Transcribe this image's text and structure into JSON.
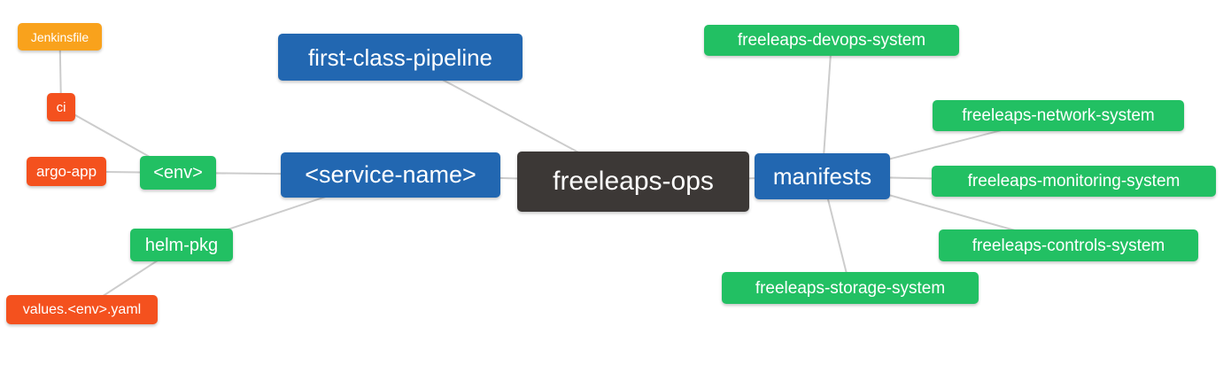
{
  "diagram": {
    "type": "mindmap"
  },
  "palette": {
    "blue": "#2267b1",
    "green": "#22c063",
    "orange": "#f9a21c",
    "red": "#f4511e",
    "dark": "#3c3836",
    "edge": "#cccccc",
    "text": "#ffffff",
    "background": "#ffffff"
  },
  "nodes": {
    "jenkinsfile": {
      "label": "Jenkinsfile",
      "color": "orange"
    },
    "ci": {
      "label": "ci",
      "color": "red"
    },
    "argo_app": {
      "label": "argo-app",
      "color": "red"
    },
    "env": {
      "label": "<env>",
      "color": "green"
    },
    "helm_pkg": {
      "label": "helm-pkg",
      "color": "green"
    },
    "values_yaml": {
      "label": "values.<env>.yaml",
      "color": "red"
    },
    "first_class_pipeline": {
      "label": "first-class-pipeline",
      "color": "blue"
    },
    "service_name": {
      "label": "<service-name>",
      "color": "blue"
    },
    "freeleaps_ops": {
      "label": "freeleaps-ops",
      "color": "dark"
    },
    "manifests": {
      "label": "manifests",
      "color": "blue"
    },
    "devops_system": {
      "label": "freeleaps-devops-system",
      "color": "green"
    },
    "network_system": {
      "label": "freeleaps-network-system",
      "color": "green"
    },
    "monitoring_system": {
      "label": "freeleaps-monitoring-system",
      "color": "green"
    },
    "controls_system": {
      "label": "freeleaps-controls-system",
      "color": "green"
    },
    "storage_system": {
      "label": "freeleaps-storage-system",
      "color": "green"
    }
  },
  "edges": [
    [
      "jenkinsfile",
      "ci"
    ],
    [
      "ci",
      "env"
    ],
    [
      "argo_app",
      "env"
    ],
    [
      "env",
      "service_name"
    ],
    [
      "helm_pkg",
      "service_name"
    ],
    [
      "values_yaml",
      "helm_pkg"
    ],
    [
      "first_class_pipeline",
      "freeleaps_ops"
    ],
    [
      "service_name",
      "freeleaps_ops"
    ],
    [
      "freeleaps_ops",
      "manifests"
    ],
    [
      "manifests",
      "devops_system"
    ],
    [
      "manifests",
      "network_system"
    ],
    [
      "manifests",
      "monitoring_system"
    ],
    [
      "manifests",
      "controls_system"
    ],
    [
      "manifests",
      "storage_system"
    ]
  ]
}
